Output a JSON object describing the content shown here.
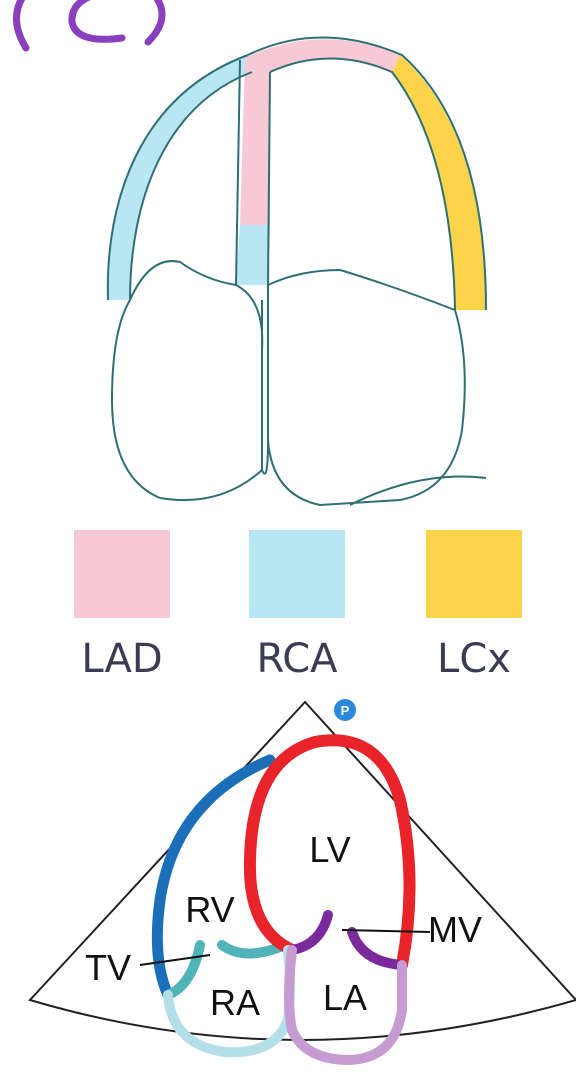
{
  "header_glyph": {
    "text": "(C)",
    "color": "#8a3fbf"
  },
  "segment_diagram": {
    "outline_color": "#2f6f73",
    "territories": [
      {
        "key": "lad",
        "label": "LAD",
        "color": "#f7c9d6"
      },
      {
        "key": "rca",
        "label": "RCA",
        "color": "#b8e6f2"
      },
      {
        "key": "lcx",
        "label": "LCx",
        "color": "#fbd44a"
      }
    ]
  },
  "legend": {
    "items": [
      {
        "label": "LAD",
        "color": "#f7c9d6"
      },
      {
        "label": "RCA",
        "color": "#b8e6f2"
      },
      {
        "label": "LCx",
        "color": "#fbd44a"
      }
    ]
  },
  "apical_view": {
    "badge": "P",
    "badge_color": "#2a8ad8",
    "structures": {
      "lv": {
        "label": "LV",
        "color": "#e8232a"
      },
      "rv": {
        "label": "RV",
        "color": "#1b6fb8"
      },
      "la": {
        "label": "LA",
        "color": "#c59bd2"
      },
      "ra": {
        "label": "RA",
        "color": "#b5dfe8"
      },
      "mv": {
        "label": "MV",
        "color": "#7b2a9c"
      },
      "tv": {
        "label": "TV",
        "color": "#4fb3b8"
      }
    }
  }
}
